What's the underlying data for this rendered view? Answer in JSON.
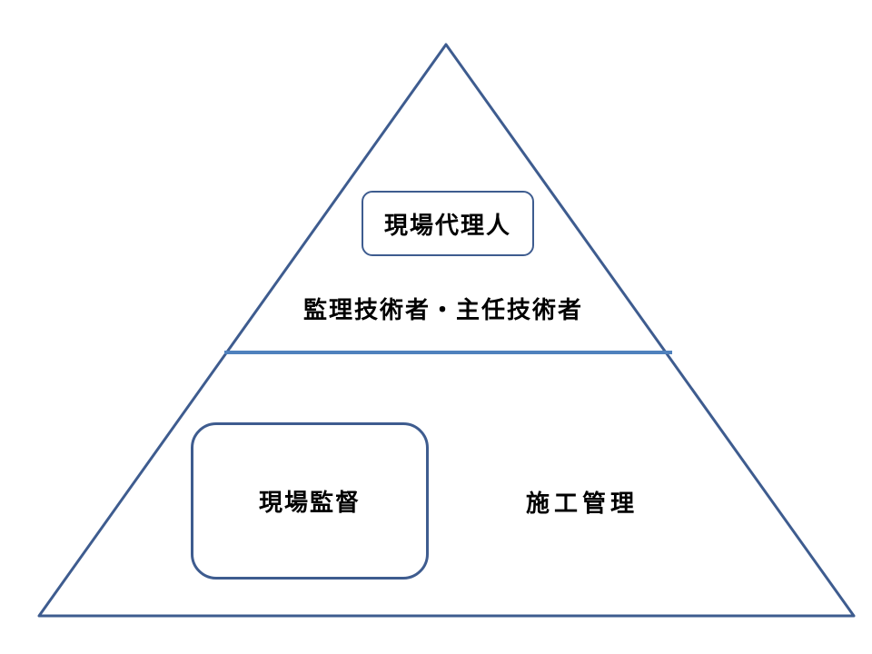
{
  "diagram": {
    "type": "pyramid-hierarchy",
    "colors": {
      "outline": "#3e5c8f",
      "divider": "#4f81bd",
      "box_border": "#3e5c8f",
      "text": "#000000",
      "background": "#ffffff"
    },
    "labels": {
      "top_box": "現場代理人",
      "tier1": "監理技術者・主任技術者",
      "bottom_box": "現場監督",
      "tier2": "施工管理"
    }
  }
}
